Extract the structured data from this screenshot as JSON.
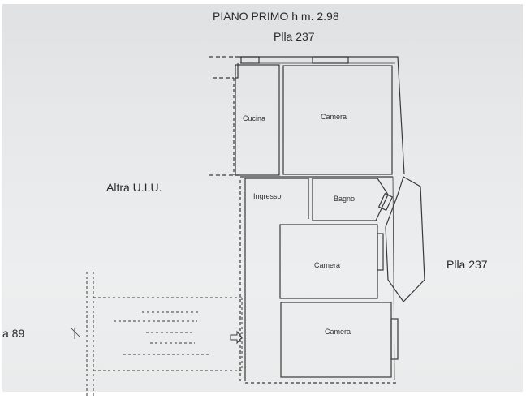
{
  "header": {
    "title": "PIANO PRIMO h m. 2.98",
    "parcel": "Plla 237"
  },
  "labels": {
    "other_unit": "Altra U.I.U.",
    "right_parcel": "Plla 237",
    "left_parcel_partial": "a 89"
  },
  "rooms": [
    {
      "name": "Cucina"
    },
    {
      "name": "Camera"
    },
    {
      "name": "Ingresso"
    },
    {
      "name": "Bagno"
    },
    {
      "name": "Camera"
    },
    {
      "name": "Camera"
    }
  ],
  "colors": {
    "paper": "#e7e8ea",
    "ink": "#2a2a2a"
  }
}
